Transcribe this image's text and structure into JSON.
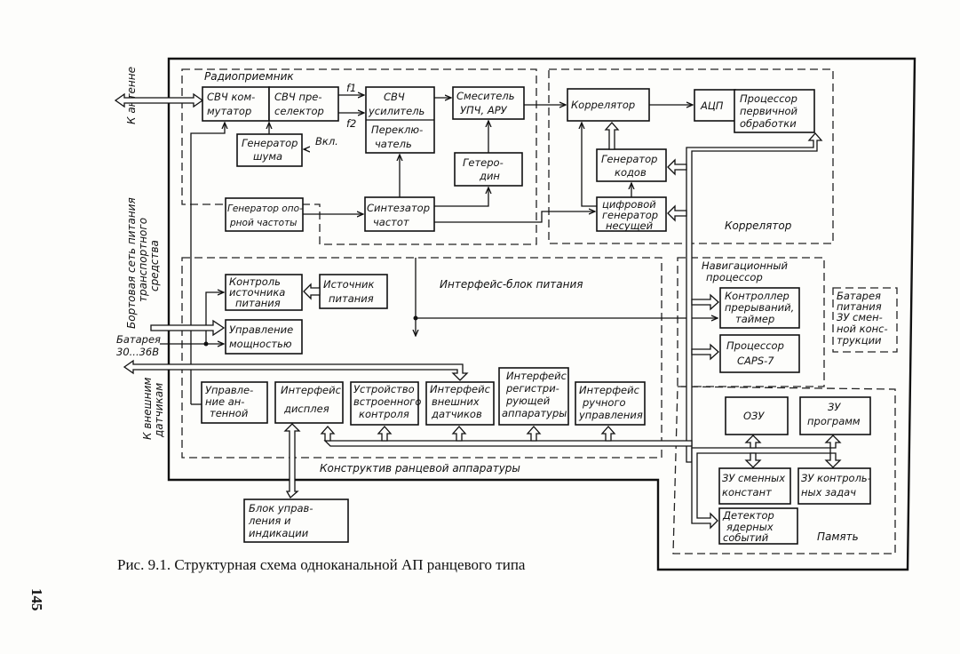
{
  "figure": {
    "caption": "Рис. 9.1. Структурная схема одноканальной АП ранцевого типа",
    "page_number": "145"
  },
  "groups": {
    "receiver": "Радиоприемник",
    "correlator": "Коррелятор",
    "power_interface": "Интерфейс-блок питания",
    "nav_processor": [
      "Навигационный",
      "процессор"
    ],
    "memory": "Память",
    "backpack": "Конструктив ранцевой аппаратуры"
  },
  "external": {
    "antenna": "К антенне",
    "vehicle_power": [
      "Бортовая сеть питания",
      "транспортного",
      "средства"
    ],
    "battery": [
      "Батарея",
      "30...36В"
    ],
    "sensors": [
      "К внешним",
      "датчикам"
    ],
    "power_on": "Вкл.",
    "f1": "f1",
    "f2": "f2"
  },
  "blocks": {
    "uhf_switch": [
      "СВЧ ком-",
      "мутатор"
    ],
    "uhf_preselector": [
      "СВЧ пре-",
      "селектор"
    ],
    "noise_gen": [
      "Генератор",
      "шума"
    ],
    "uhf_amp": [
      "СВЧ",
      "усилитель"
    ],
    "switcher": [
      "Переклю-",
      "чатель"
    ],
    "mixer": [
      "Смеситель",
      "УПЧ, АРУ"
    ],
    "heterodyne": [
      "Гетеро-",
      "дин"
    ],
    "ref_gen": [
      "Генератор опо-",
      "рной частоты"
    ],
    "synth": [
      "Синтезатор",
      "частот"
    ],
    "correlator_blk": "Коррелятор",
    "adc": "АЦП",
    "primary_proc": [
      "Процессор",
      "первичной",
      "обработки"
    ],
    "code_gen": [
      "Генератор",
      "кодов"
    ],
    "carrier_gen": [
      "цифровой",
      "генератор",
      "несущей"
    ],
    "power_ctrl": [
      "Контроль",
      "источника",
      "питания"
    ],
    "power_src": [
      "Источник",
      "питания"
    ],
    "power_mgmt": [
      "Управление",
      "мощностью"
    ],
    "irq_ctrl": [
      "Контроллер",
      "прерываний,",
      "таймер"
    ],
    "caps_proc": [
      "Процессор",
      "CAPS-7"
    ],
    "backup_battery": [
      "Батарея",
      "питания",
      "ЗУ смен-",
      "ной конс-",
      "трукции"
    ],
    "antenna_ctrl": [
      "Управле-",
      "ние ан-",
      "тенной"
    ],
    "display_if": [
      "Интерфейс",
      "дисплея"
    ],
    "bist": [
      "Устройство",
      "встроенного",
      "контроля"
    ],
    "ext_sensors_if": [
      "Интерфейс",
      "внешних",
      "датчиков"
    ],
    "recorder_if": [
      "Интерфейс",
      "регистри-",
      "рующей",
      "аппаратуры"
    ],
    "manual_if": [
      "Интерфейс",
      "ручного",
      "управления"
    ],
    "ram": "ОЗУ",
    "prog_mem": [
      "ЗУ",
      "программ"
    ],
    "const_mem": [
      "ЗУ сменных",
      "констант"
    ],
    "task_mem": [
      "ЗУ контроль-",
      "ных задач"
    ],
    "nuclear_det": [
      "Детектор",
      "ядерных",
      "событий"
    ],
    "ctrl_unit": [
      "Блок управ-",
      "ления  и",
      "индикации"
    ]
  }
}
